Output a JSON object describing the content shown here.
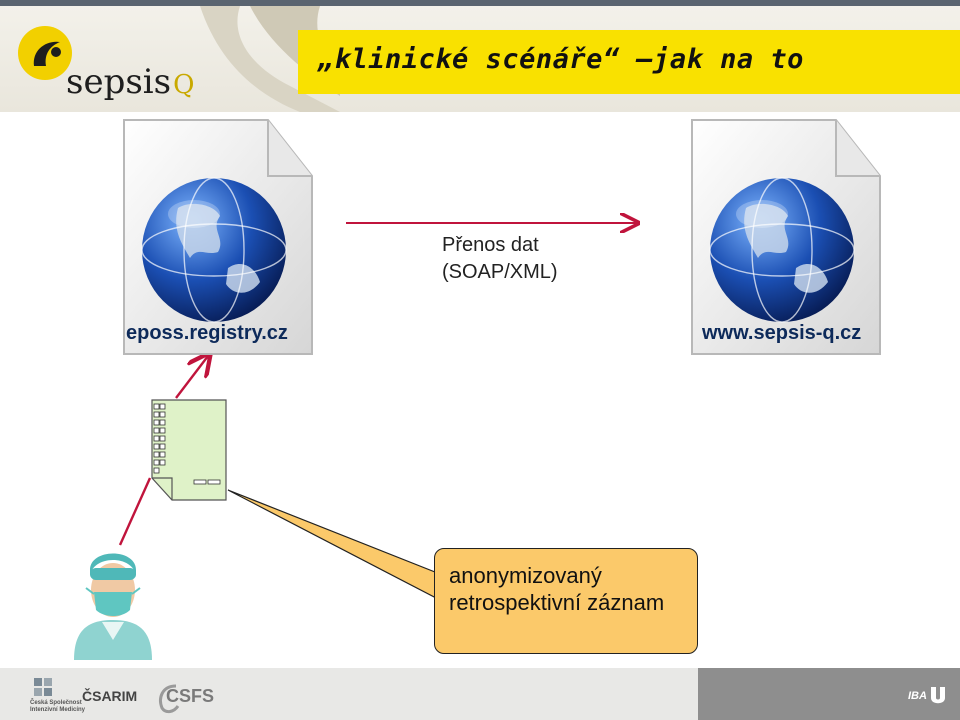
{
  "header": {
    "title": "„klinické scénáře“ –jak na to",
    "logo_text": "sepsis",
    "logo_suffix": "Q"
  },
  "nodes": {
    "left_label": "eposs.registry.cz",
    "right_label": "www.sepsis-q.cz"
  },
  "transfer": {
    "line1": "Přenos dat",
    "line2": "(SOAP/XML)"
  },
  "callout": {
    "line1": "anonymizovaný",
    "line2": "retrospektivní záznam"
  },
  "footer": {
    "society_line1": "Česká Společnost",
    "society_line2": "Intenzivní Medicíny",
    "csarim": "ČSARIM",
    "csfs": "CSFS",
    "iba": "IBA"
  },
  "colors": {
    "title_bar": "#f9e100",
    "callout_fill": "#fbc96a",
    "arrow": "#c0143c",
    "form_fill": "#dff2c8"
  }
}
